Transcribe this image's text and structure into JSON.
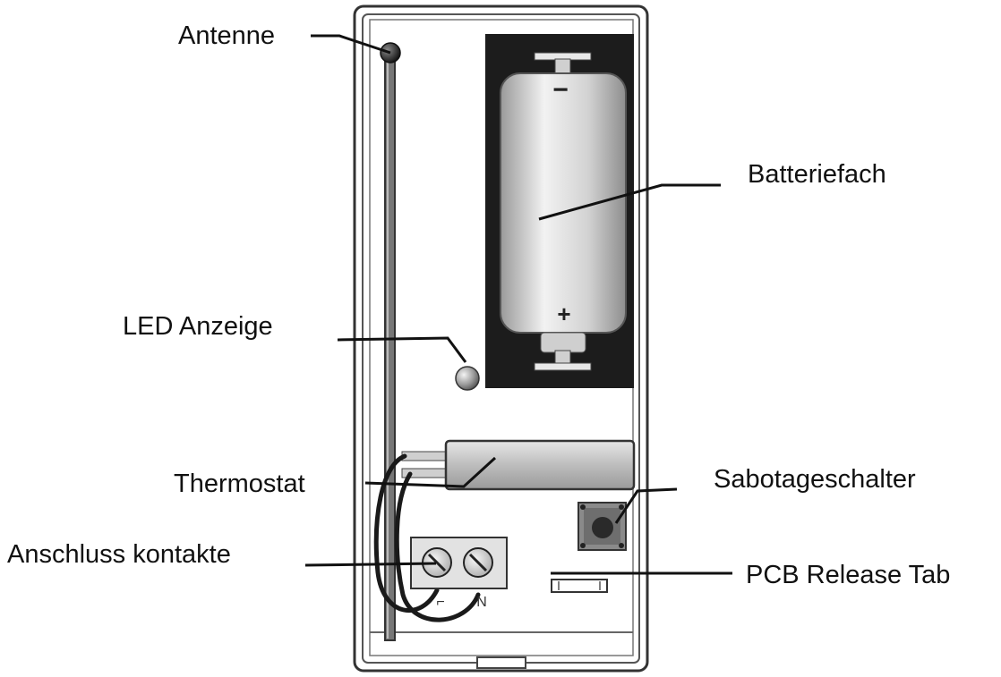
{
  "labels": {
    "antenna": "Antenne",
    "battery_compartment": "Batteriefach",
    "led": "LED Anzeige",
    "thermostat": "Thermostat",
    "tamper_switch": "Sabotageschalter",
    "terminals": "Anschluss kontakte",
    "pcb_release": "PCB Release Tab"
  },
  "battery": {
    "minus": "−",
    "plus": "+"
  },
  "terminal_marks": {
    "left": "⌐",
    "right": "N"
  },
  "colors": {
    "ink": "#111111",
    "housing_fill": "#ffffff",
    "battery_bay": "#1c1c1c",
    "battery_body": "#d8d8d8"
  }
}
